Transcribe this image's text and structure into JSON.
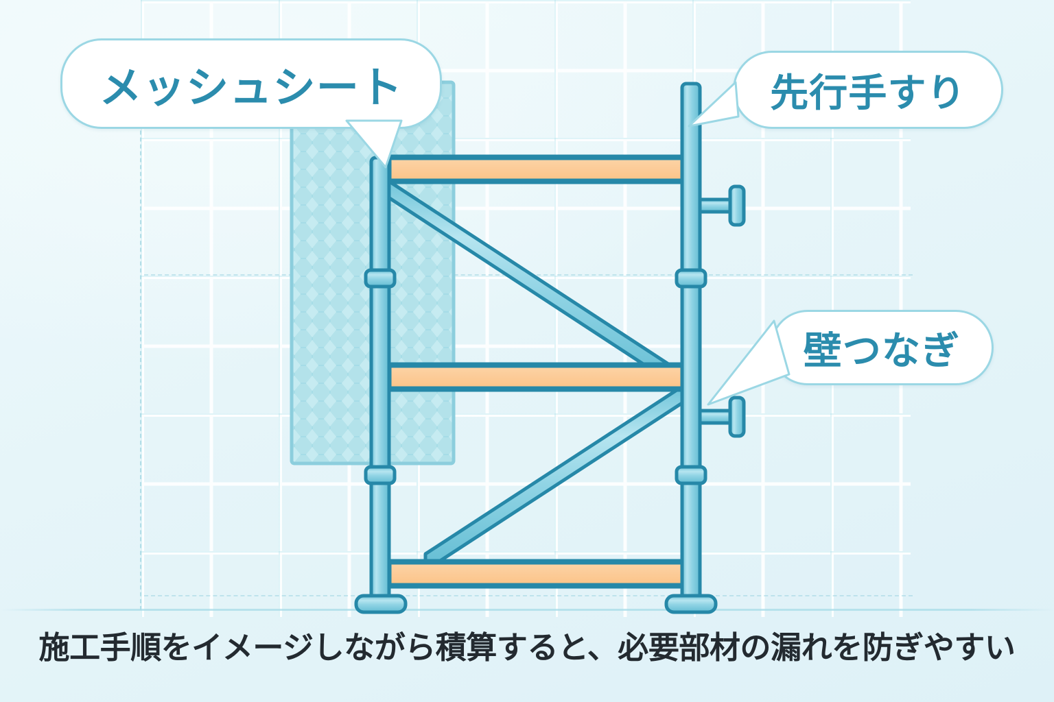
{
  "diagram": {
    "title_caption": "施工手順をイメージしながら積算すると、必要部材の漏れを防ぎやすい",
    "subject": "scaffold-assembly-illustration",
    "colors": {
      "background": "#e6f5f9",
      "frame_stroke": "#2688a8",
      "frame_fill": "#8fd3e4",
      "plank_fill": "#fccc99",
      "plank_stroke": "#2688a8",
      "mesh_fill": "#b3e2ea",
      "mesh_stroke": "#8ccedd",
      "bubble_border": "#9bd7e4",
      "bubble_text": "#2b8cad",
      "caption_text": "#232a30",
      "grid_line": "#ffffff"
    },
    "callouts": [
      {
        "id": "mesh-sheet",
        "label": "メッシュシート",
        "target": "mesh-sheet-panel",
        "tail_from": [
          560,
          182
        ],
        "tail_to": [
          562,
          240
        ]
      },
      {
        "id": "advance-guardrail",
        "label": "先行手すり",
        "target": "right-upright-top",
        "tail_from": [
          1068,
          150
        ],
        "tail_to": [
          1006,
          182
        ]
      },
      {
        "id": "wall-tie",
        "label": "壁つなぎ",
        "target": "wall-tie-bracket-lower",
        "tail_from": [
          1132,
          512
        ],
        "tail_to": [
          1032,
          588
        ]
      }
    ],
    "parts": [
      {
        "name": "left-upright",
        "kind": "vertical-post"
      },
      {
        "name": "right-upright",
        "kind": "vertical-post"
      },
      {
        "name": "top-plank",
        "kind": "working-platform"
      },
      {
        "name": "middle-plank",
        "kind": "working-platform"
      },
      {
        "name": "bottom-plank",
        "kind": "working-platform"
      },
      {
        "name": "upper-diagonal-brace",
        "kind": "cross-brace"
      },
      {
        "name": "lower-diagonal-brace",
        "kind": "cross-brace"
      },
      {
        "name": "mesh-sheet-panel",
        "kind": "mesh-sheet"
      },
      {
        "name": "wall-tie-bracket-upper",
        "kind": "wall-tie"
      },
      {
        "name": "wall-tie-bracket-lower",
        "kind": "wall-tie"
      },
      {
        "name": "base-plate-left",
        "kind": "base-plate"
      },
      {
        "name": "base-plate-right",
        "kind": "base-plate"
      },
      {
        "name": "joint-collar",
        "kind": "coupler",
        "count": 4
      }
    ]
  }
}
